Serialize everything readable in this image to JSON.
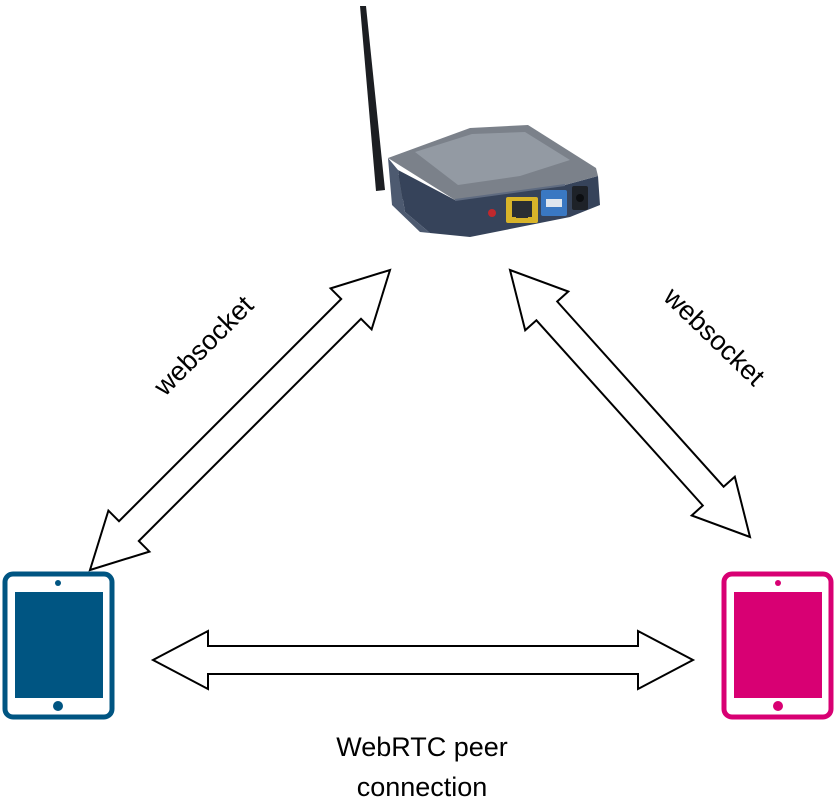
{
  "diagram": {
    "nodes": [
      {
        "id": "router",
        "type": "wireless-router"
      },
      {
        "id": "device_left",
        "type": "tablet",
        "color": "#005582"
      },
      {
        "id": "device_right",
        "type": "tablet",
        "color": "#d80073"
      }
    ],
    "edges": [
      {
        "from": "device_left",
        "to": "router",
        "label": "websocket",
        "direction": "both"
      },
      {
        "from": "router",
        "to": "device_right",
        "label": "websocket",
        "direction": "both"
      },
      {
        "from": "device_left",
        "to": "device_right",
        "label_lines": [
          "WebRTC peer",
          "connection"
        ],
        "direction": "both"
      }
    ]
  },
  "colors": {
    "arrow_fill": "#ffffff",
    "arrow_stroke": "#000000",
    "router_body": "#3e4b60",
    "router_top": "#7e848d",
    "router_port_yellow": "#d8b42a",
    "router_port_blue": "#3a78c2",
    "router_led": "#c0282d"
  }
}
